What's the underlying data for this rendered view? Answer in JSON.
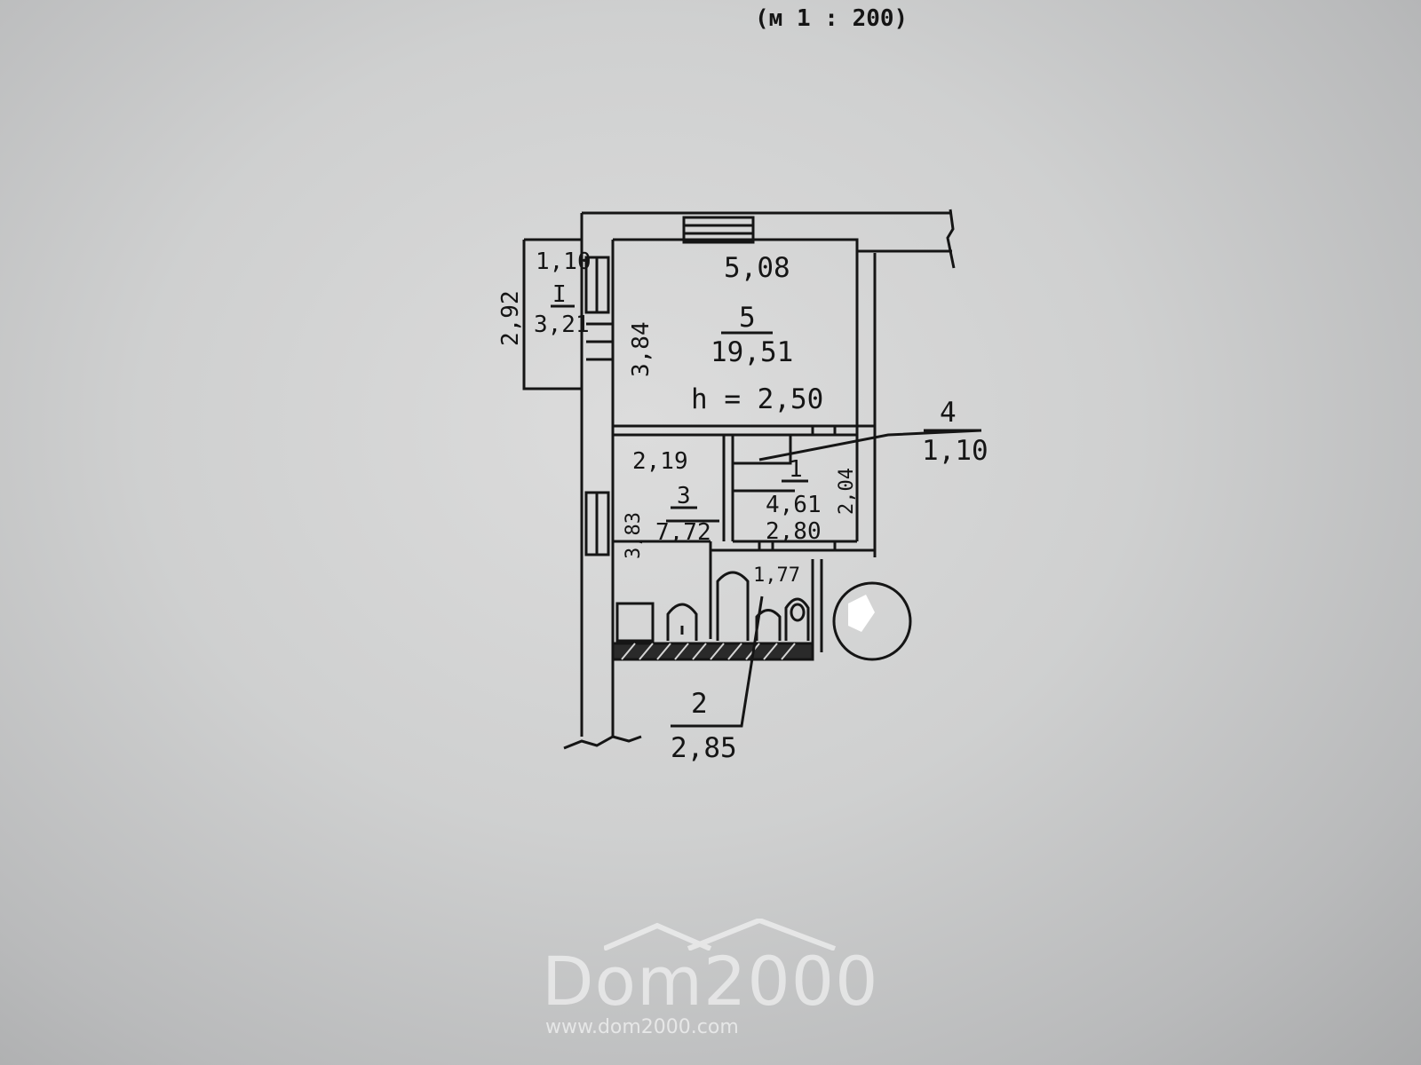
{
  "document": {
    "scale_text": "(м 1 : 200)"
  },
  "rooms": {
    "room1": {
      "number": "1",
      "area": "4,61",
      "length": "2,80",
      "width": "2,04"
    },
    "room2": {
      "number": "2",
      "area": "2,85",
      "length": "1,77"
    },
    "room3": {
      "number": "3",
      "area": "7,72",
      "length": "2,19",
      "width": "3,83"
    },
    "room4": {
      "number": "4",
      "area": "1,10"
    },
    "room5": {
      "number": "5",
      "area": "19,51",
      "length": "5,08",
      "width": "3,84",
      "height": "h = 2,50"
    },
    "balcony": {
      "number": "I",
      "area": "3,21",
      "length": "2,92",
      "width": "1,10"
    }
  },
  "watermark": {
    "brand": "Dom2000",
    "url": "www.dom2000.com"
  }
}
